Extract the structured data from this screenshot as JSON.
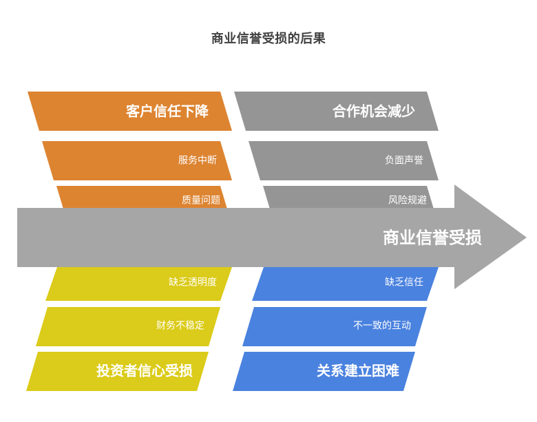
{
  "title": "商业信誉受损的后果",
  "center": {
    "label": "商业信誉受损",
    "color": "#A6A6A6"
  },
  "colors": {
    "orange": "#DD8431",
    "gray": "#959595",
    "yellow": "#DBCB1A",
    "blue": "#4A82DF",
    "arrow": "#A6A6A6",
    "title_text": "#404040",
    "label_text": "#FFFFFF",
    "background": "#FFFFFF"
  },
  "groups": [
    {
      "name": "customer-impact",
      "color": "#DD8431",
      "position": "top-left",
      "items": [
        {
          "label": "客户信任下降",
          "emphasis": true
        },
        {
          "label": "服务中断",
          "emphasis": false
        },
        {
          "label": "质量问题",
          "emphasis": false
        }
      ]
    },
    {
      "name": "partnership-impact",
      "color": "#959595",
      "position": "top-right",
      "items": [
        {
          "label": "合作机会减少",
          "emphasis": true
        },
        {
          "label": "负面声誉",
          "emphasis": false
        },
        {
          "label": "风险规避",
          "emphasis": false
        }
      ]
    },
    {
      "name": "investor-impact",
      "color": "#DBCB1A",
      "position": "bottom-left",
      "items": [
        {
          "label": "缺乏透明度",
          "emphasis": false
        },
        {
          "label": "财务不稳定",
          "emphasis": false
        },
        {
          "label": "投资者信心受损",
          "emphasis": true
        }
      ]
    },
    {
      "name": "relationship-impact",
      "color": "#4A82DF",
      "position": "bottom-right",
      "items": [
        {
          "label": "缺乏信任",
          "emphasis": false
        },
        {
          "label": "不一致的互动",
          "emphasis": false
        },
        {
          "label": "关系建立困难",
          "emphasis": true
        }
      ]
    }
  ]
}
